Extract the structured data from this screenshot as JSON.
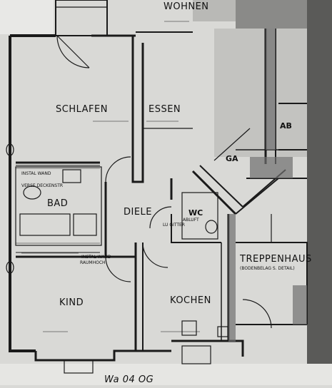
{
  "plan": {
    "header": "WOHNEN",
    "rooms": {
      "schlafen": "SCHLAFEN",
      "essen": "ESSEN",
      "bad": "BAD",
      "diele": "DIELE",
      "wc": "WC",
      "kind": "KIND",
      "kochen": "KOCHEN",
      "treppenhaus": "TREPPENHAUS",
      "ga": "GA",
      "ab": "AB"
    },
    "notes": {
      "instal_wand_top": "INSTAL WAND",
      "verse_deckenstr": "VERSE DECKENSTR",
      "instal_wand_bottom": "INSTAL WAND",
      "raumhoch": "RAUMHOCH",
      "abluft": "ABLUFT",
      "gitter": "LU GITTER",
      "bodenbelag": "(BODENBELAG S. DETAIL)"
    },
    "footer": "Wa 04 OG"
  },
  "colors": {
    "paper": "#d9d9d6",
    "ink": "#1a1a1a",
    "shade": "#6f6f6f"
  }
}
